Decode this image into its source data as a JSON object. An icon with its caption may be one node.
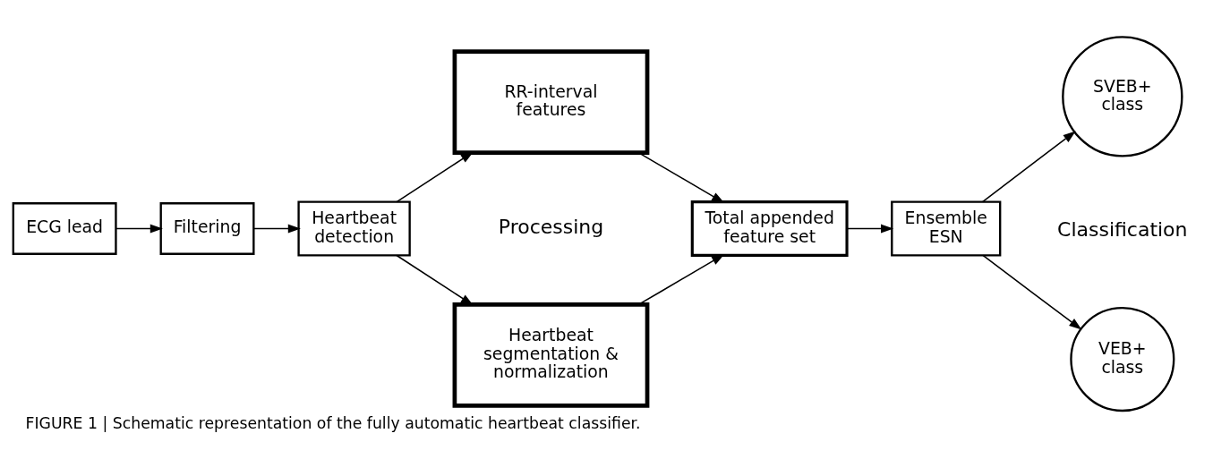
{
  "diagram": {
    "caption": "FIGURE 1 | Schematic representation of the fully automatic heartbeat classifier.",
    "nodes": [
      {
        "text": [
          "ECG lead"
        ]
      },
      {
        "text": [
          "Filtering"
        ]
      },
      {
        "text": [
          "Heartbeat detection"
        ]
      },
      {
        "text": [
          "Heartbeat segmentation & normalization"
        ]
      },
      {
        "text": [
          "RR-interval features"
        ]
      },
      {
        "text": [
          "Total appended feature set"
        ]
      },
      {
        "text": [
          "Ensemble ESN"
        ]
      },
      {
        "text": [
          "VEB+ class"
        ]
      },
      {
        "text": [
          "SVEB+ class"
        ]
      }
    ],
    "edges": [
      {
        "from": 0,
        "to": 1,
        "arrow": "to"
      },
      {
        "from": 1,
        "to": 2,
        "arrow": "to"
      },
      {
        "from": 2,
        "to": 3,
        "arrow": "to"
      },
      {
        "from": 2,
        "to": 4,
        "arrow": "to"
      },
      {
        "from": 3,
        "to": 5,
        "arrow": "to"
      },
      {
        "from": 4,
        "to": 5,
        "arrow": "to"
      },
      {
        "from": 5,
        "to": 6,
        "arrow": "to"
      },
      {
        "from": 6,
        "to": 7,
        "arrow": "to"
      },
      {
        "from": 6,
        "to": 8,
        "arrow": "to"
      }
    ],
    "labels": [
      "Processing",
      "Classification"
    ]
  }
}
